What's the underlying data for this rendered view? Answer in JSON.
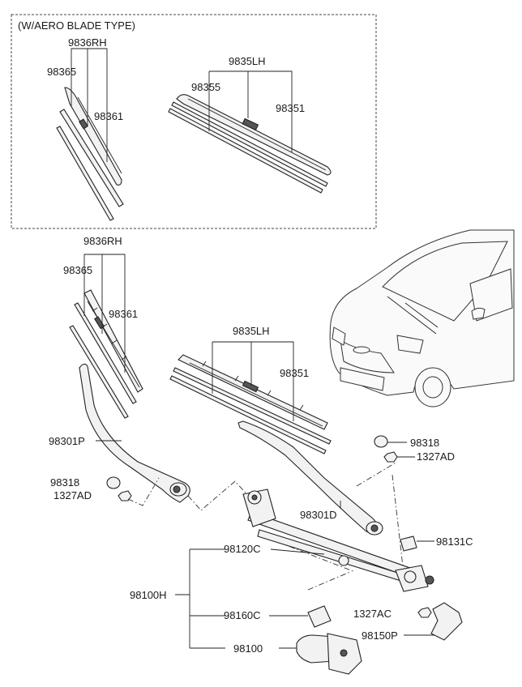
{
  "inset": {
    "title": "(W/AERO BLADE TYPE)"
  },
  "labels": {
    "inset_rh": "9836RH",
    "inset_98365": "98365",
    "inset_98361": "98361",
    "inset_lh": "9835LH",
    "inset_98355": "98355",
    "inset_98351": "98351",
    "main_rh": "9836RH",
    "main_98365": "98365",
    "main_98361": "98361",
    "main_lh": "9835LH",
    "main_98351": "98351",
    "arm_rh": "98301P",
    "arm_lh": "98301D",
    "cap_left": "98318",
    "nut_left": "1327AD",
    "cap_right": "98318",
    "nut_right": "1327AD",
    "linkage": "98120C",
    "cap_pivot": "98131C",
    "assembly": "98100H",
    "crank": "98160C",
    "nut_bracket": "1327AC",
    "bracket": "98150P",
    "motor": "98100"
  }
}
